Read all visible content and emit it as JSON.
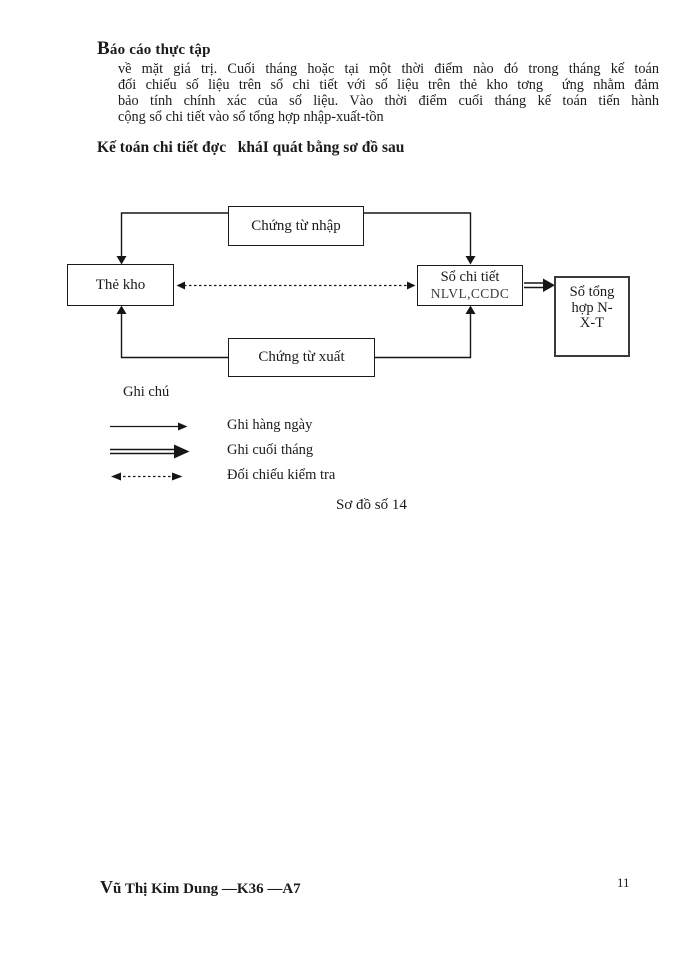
{
  "page": {
    "header_title": "Báo cáo thực tập",
    "paragraph_lines": [
      "về mặt giá trị. Cuối tháng hoặc tại một thời điểm nào đó trong tháng kế toán",
      "đối chiếu số liệu trên sổ chi tiết với số liệu trên thẻ kho tơng  ứng nhằm đảm",
      "bảo tính chính xác của số liệu. Vào thời điểm cuối tháng kế toán tiến hành",
      "cộng sổ chi tiết vào sổ tổng hợp nhập-xuất-tồn"
    ],
    "subtitle": "Kế toán chi tiết đợc   kháI quát bằng sơ đồ sau",
    "footer": {
      "author": "Vũ Thị Kim Dung —K36 —A7",
      "page_number": "11"
    }
  },
  "diagram": {
    "boxes": {
      "chung_tu_nhap": "Chứng từ nhập",
      "the_kho": "Thẻ kho",
      "so_chi_tiet_line1": "Sổ chi tiết",
      "so_chi_tiet_line2": "NLVL,CCDC",
      "so_tong_hop_lines": [
        "Sổ tổng",
        "hợp N-",
        "X-T"
      ],
      "chung_tu_xuat": "Chứng từ xuất"
    },
    "legend": {
      "title": "Ghi chú",
      "items": [
        {
          "arrow": "solid-single-right",
          "label": "Ghi hàng ngày"
        },
        {
          "arrow": "double-line-right",
          "label": "Ghi cuối tháng"
        },
        {
          "arrow": "dashed-double-headed",
          "label": "Đối chiếu kiểm tra"
        }
      ]
    },
    "caption": "Sơ đồ số 14",
    "line_color": "#161616"
  }
}
